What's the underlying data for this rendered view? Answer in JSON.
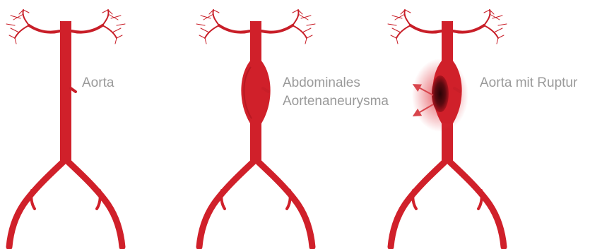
{
  "colors": {
    "vessel": "#d0202a",
    "vessel_dark": "#a9141e",
    "rupture_glow": "#e0303a",
    "rupture_core": "#3a0508",
    "label": "#9a9a9a",
    "background": "#ffffff"
  },
  "panels": [
    {
      "id": "normal",
      "label_lines": [
        "Aorta"
      ]
    },
    {
      "id": "aneurysm",
      "label_lines": [
        "Abdominales",
        "Aortenaneurysma"
      ]
    },
    {
      "id": "rupture",
      "label_lines": [
        "Aorta mit Ruptur"
      ]
    }
  ]
}
